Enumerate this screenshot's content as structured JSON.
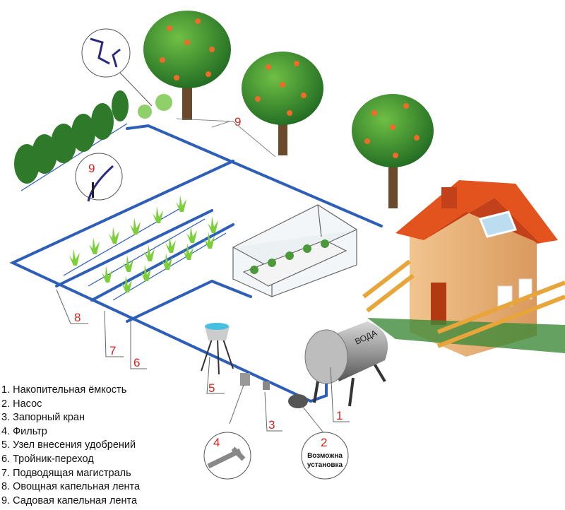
{
  "title": "Drip irrigation system diagram",
  "legend": [
    "1. Накопительная ёмкость",
    "2. Насос",
    "3. Запорный кран",
    "4. Фильтр",
    "5. Узел внесения удобрений",
    "6. Тройник-переход",
    "7. Подводящая магистраль",
    "8. Овощная капельная лента",
    "9. Садовая капельная лента"
  ],
  "callouts": {
    "n1": "1",
    "n2": "2",
    "n3": "3",
    "n4": "4",
    "n5": "5",
    "n6": "6",
    "n7": "7",
    "n8": "8",
    "n9a": "9",
    "n9b": "9",
    "pump_note_line1": "Возможна",
    "pump_note_line2": "установка"
  },
  "tank_label": "ВОДА",
  "colors": {
    "pipe": "#2d5fb8",
    "label": "#d9231d",
    "roof": "#e2531e",
    "foliage": "#3d8a2e",
    "fruit": "#f06a2a"
  }
}
